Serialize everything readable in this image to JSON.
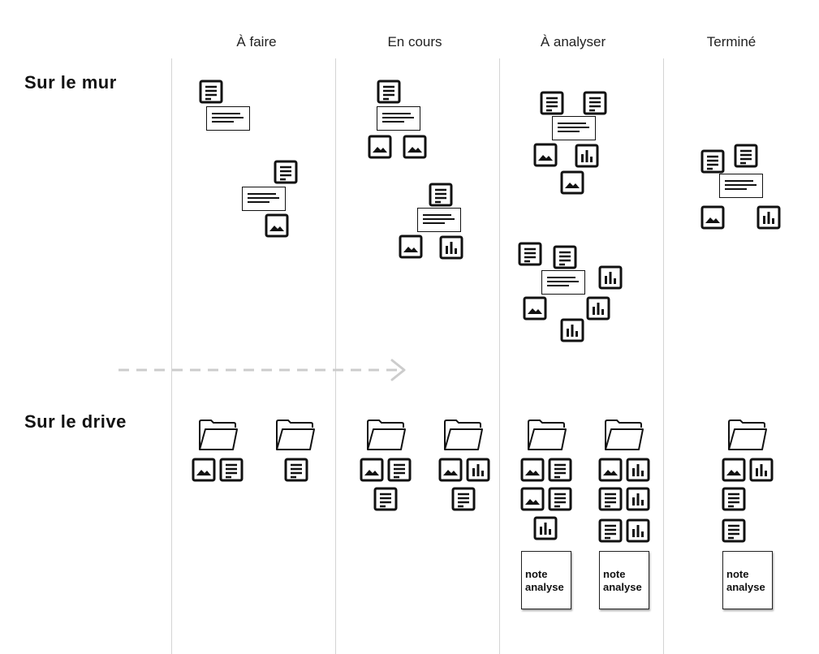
{
  "columns": [
    "À faire",
    "En cours",
    "À analyser",
    "Terminé"
  ],
  "rows": [
    "Sur le mur",
    "Sur le drive"
  ],
  "note": {
    "line1": "note",
    "line2": "analyse"
  },
  "icons": {
    "doc": "document-icon",
    "card": "text-card-icon",
    "image": "image-icon",
    "chart": "bar-chart-icon",
    "folder": "folder-icon"
  },
  "colors": {
    "stroke": "#111111",
    "divider": "#d4d4d4",
    "arrow": "#cccccc"
  }
}
